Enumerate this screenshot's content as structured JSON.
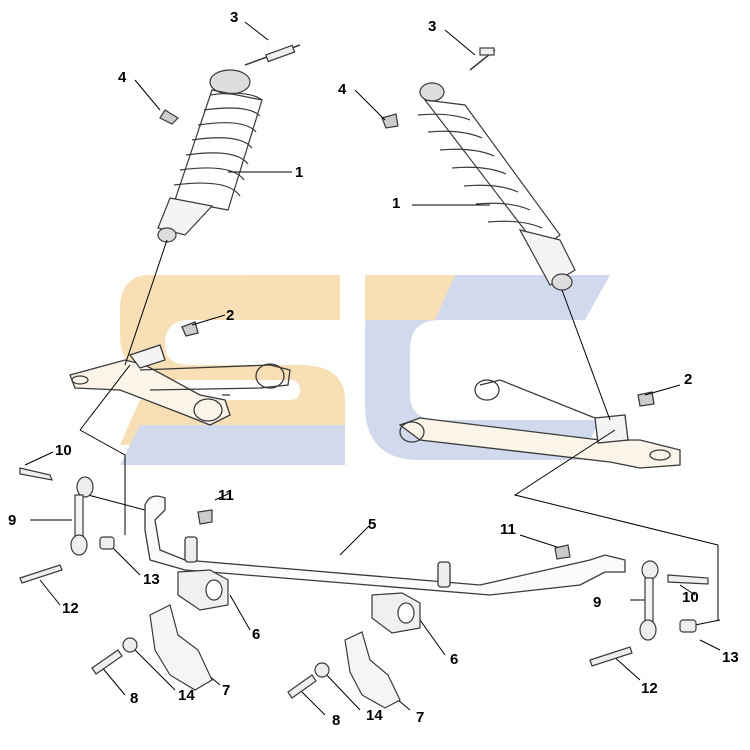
{
  "diagram": {
    "part_labels": {
      "shock_absorber": "1",
      "nut_lower": "2",
      "bolt_upper": "3",
      "nut_upper": "4",
      "stabilizer_bar": "5",
      "bushing": "6",
      "bushing_bracket": "7",
      "bracket_bolt": "8",
      "link_rod": "9",
      "link_bolt_upper": "10",
      "bar_nut": "11",
      "link_bolt_lower": "12",
      "link_collar": "13",
      "washer": "14"
    },
    "watermark": "SC",
    "colors": {
      "watermark_orange": "#f7d9a8",
      "watermark_blue": "#c9d4ea",
      "line": "#000000",
      "part_stroke": "#3a3a3a"
    }
  }
}
